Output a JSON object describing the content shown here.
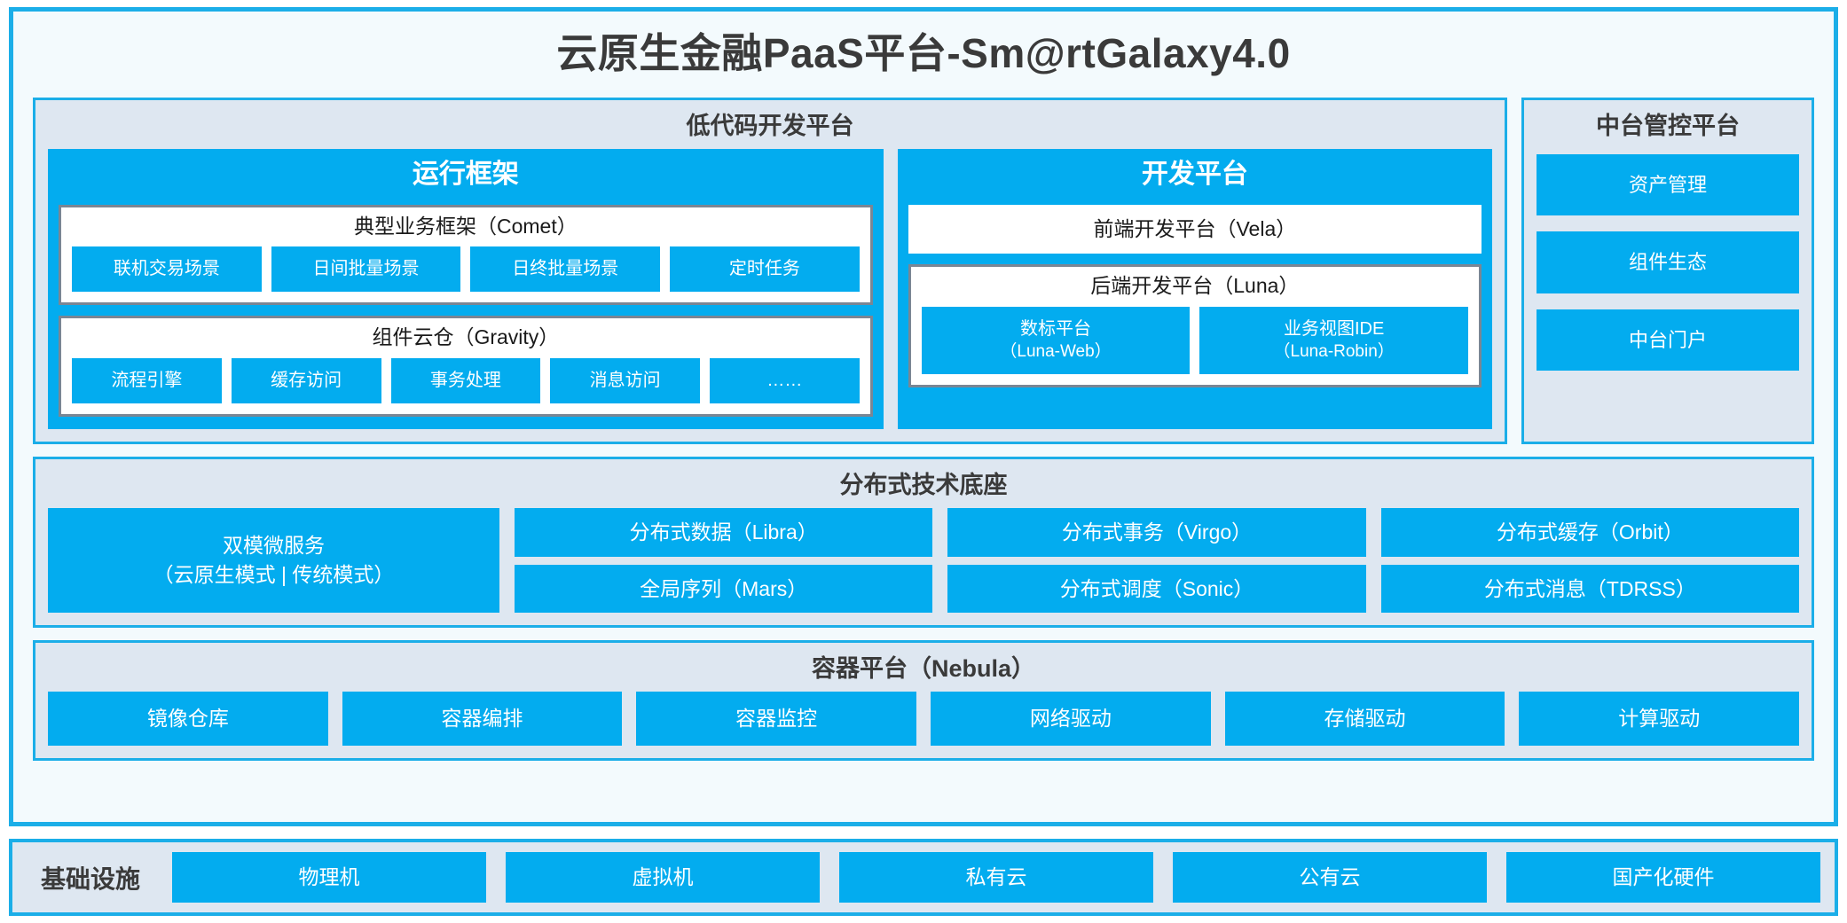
{
  "platform": {
    "title": "云原生金融PaaS平台-Sm@rtGalaxy4.0"
  },
  "lowcode": {
    "title": "低代码开发平台",
    "runtime": {
      "title": "运行框架",
      "comet": {
        "title": "典型业务框架（Comet）",
        "items": [
          "联机交易场景",
          "日间批量场景",
          "日终批量场景",
          "定时任务"
        ]
      },
      "gravity": {
        "title": "组件云仓（Gravity）",
        "items": [
          "流程引擎",
          "缓存访问",
          "事务处理",
          "消息访问",
          "……"
        ]
      }
    },
    "devplatform": {
      "title": "开发平台",
      "frontend": "前端开发平台（Vela）",
      "backend": {
        "title": "后端开发平台（Luna）",
        "items": [
          {
            "name": "数标平台",
            "code": "（Luna-Web）"
          },
          {
            "name": "业务视图IDE",
            "code": "（Luna-Robin）"
          }
        ]
      }
    }
  },
  "midoffice": {
    "title": "中台管控平台",
    "items": [
      "资产管理",
      "组件生态",
      "中台门户"
    ]
  },
  "techbase": {
    "title": "分布式技术底座",
    "microservice": {
      "name": "双模微服务",
      "modes": "（云原生模式 | 传统模式）"
    },
    "columns": [
      [
        "分布式数据（Libra）",
        "全局序列（Mars）"
      ],
      [
        "分布式事务（Virgo）",
        "分布式调度（Sonic）"
      ],
      [
        "分布式缓存（Orbit）",
        "分布式消息（TDRSS）"
      ]
    ]
  },
  "container": {
    "title": "容器平台（Nebula）",
    "items": [
      "镜像仓库",
      "容器编排",
      "容器监控",
      "网络驱动",
      "存储驱动",
      "计算驱动"
    ]
  },
  "infrastructure": {
    "label": "基础设施",
    "items": [
      "物理机",
      "虚拟机",
      "私有云",
      "公有云",
      "国产化硬件"
    ]
  },
  "colors": {
    "chip_blue": "#03ACEF",
    "frame_cyan": "#1BAEE8",
    "panel_bg": "#DEE7F1",
    "page_bg": "#F3FAFD",
    "card_border_gray": "#7A8694",
    "ink": "#3A3A3A"
  }
}
